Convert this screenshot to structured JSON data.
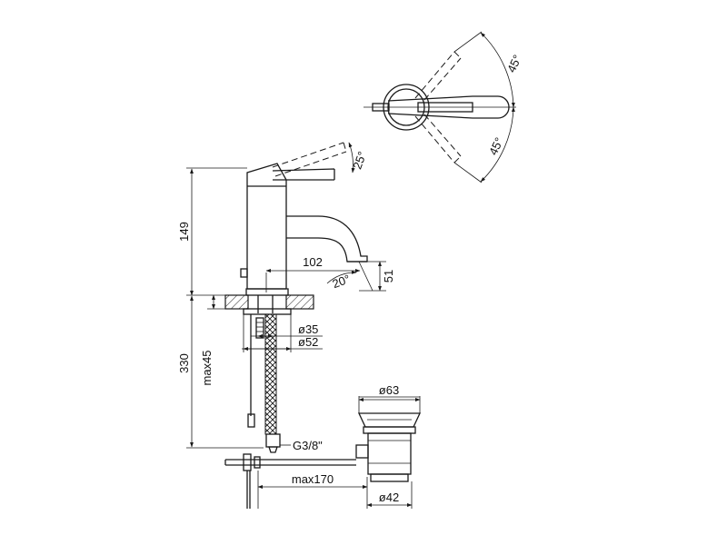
{
  "dimensions": {
    "height_body": "149",
    "height_total": "330",
    "max_thickness": "max45",
    "spout_reach": "102",
    "spout_drop": "51",
    "spout_angle": "20°",
    "lever_tilt": "25°",
    "swing_upper": "45°",
    "swing_lower": "45°",
    "hole_inner": "ø35",
    "hole_outer": "ø52",
    "hose_thread": "G3/8\"",
    "waste_top": "ø63",
    "waste_pipe": "ø42",
    "pop_up_reach": "max170"
  },
  "colors": {
    "line": "#1a1a1a",
    "background": "#ffffff"
  }
}
